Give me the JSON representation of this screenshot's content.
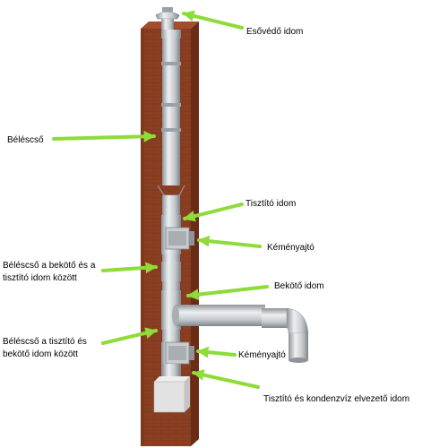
{
  "labels": {
    "rain_cap": "Esővédő idom",
    "liner": "Béléscső",
    "cleaning_piece": "Tisztító idom",
    "chimney_door_1": "Kéményajtó",
    "liner_between_connector_cleaning_l1": "Béléscső a bekötő és a",
    "liner_between_connector_cleaning_l2": "tisztító idom között",
    "connector_piece": "Bekötő idom",
    "liner_between_cleaning_connector_l1": "Béléscső a tisztító és",
    "liner_between_cleaning_connector_l2": "bekötő idom között",
    "chimney_door_2": "Kéményajtó",
    "cleaning_condensate_piece": "Tisztító és kondenzvíz elvezető idom"
  },
  "colors": {
    "brick": "#8a3f22",
    "brick_shadow": "#6b2c16",
    "brick_light": "#a24d2b",
    "metal": "#c9cdd1",
    "metal_dark": "#8e9499",
    "arrow": "#8edb3a"
  }
}
